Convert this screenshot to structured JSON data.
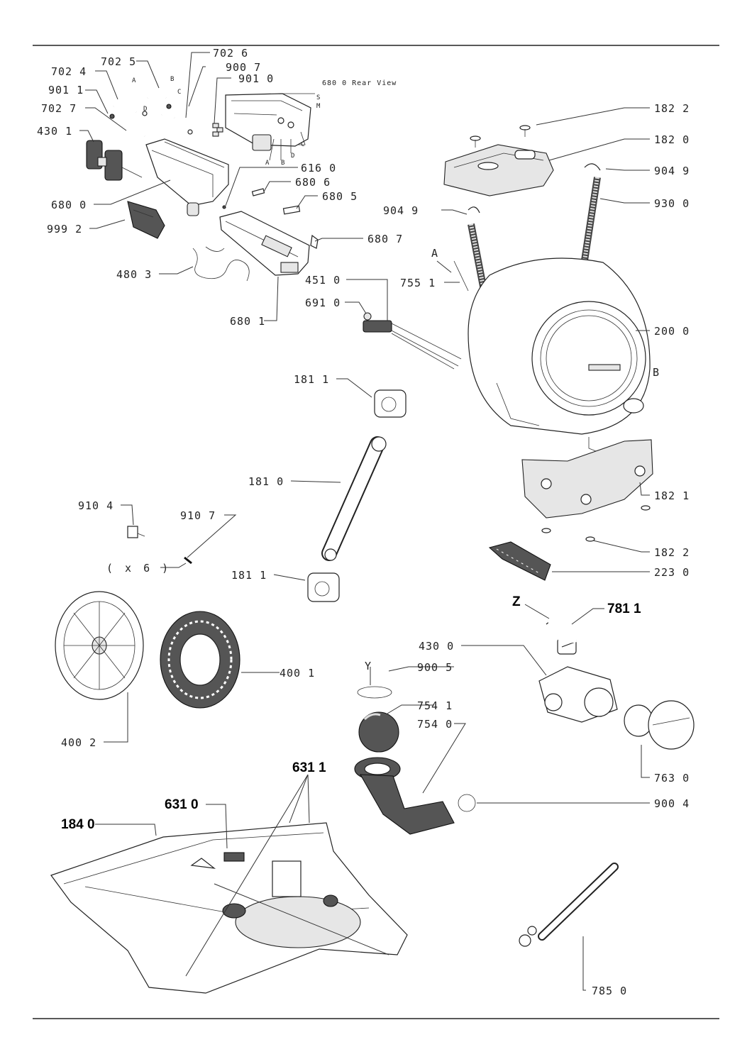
{
  "title": "",
  "rear_view_note": "680 0 Rear View",
  "letters": {
    "a": "A",
    "b": "B",
    "c": "C",
    "d": "D",
    "s": "S",
    "m": "M",
    "y": "Y",
    "z": "Z"
  },
  "multiplier": "( x 6 )",
  "callouts": {
    "c702_5": "702 5",
    "c702_6": "702 6",
    "c702_4": "702 4",
    "c900_7": "900 7",
    "c901_1": "901 1",
    "c901_0": "901 0",
    "c702_7": "702 7",
    "c430_1": "430 1",
    "c616_0": "616 0",
    "c680_6": "680 6",
    "c680_5": "680 5",
    "c680_0": "680 0",
    "c999_2": "999 2",
    "c680_7": "680 7",
    "c480_3": "480 3",
    "c680_1": "680 1",
    "c451_0": "451 0",
    "c691_0": "691 0",
    "c755_1": "755 1",
    "c904_9_left": "904 9",
    "c182_2_top": "182 2",
    "c182_0": "182 0",
    "c904_9_right": "904 9",
    "c930_0": "930 0",
    "c200_0": "200 0",
    "c181_1_top": "181 1",
    "c181_0": "181 0",
    "c182_1": "182 1",
    "c910_4": "910 4",
    "c910_7": "910 7",
    "c182_2_bottom": "182 2",
    "c181_1_bottom": "181 1",
    "c223_0": "223 0",
    "c781_1": "781 1",
    "c430_0": "430 0",
    "c900_5": "900 5",
    "c400_1": "400 1",
    "c754_1": "754 1",
    "c754_0": "754 0",
    "c400_2": "400 2",
    "c763_0": "763 0",
    "c631_1": "631 1",
    "c631_0": "631 0",
    "c184_0": "184 0",
    "c900_4": "900 4",
    "c785_0": "785 0"
  }
}
